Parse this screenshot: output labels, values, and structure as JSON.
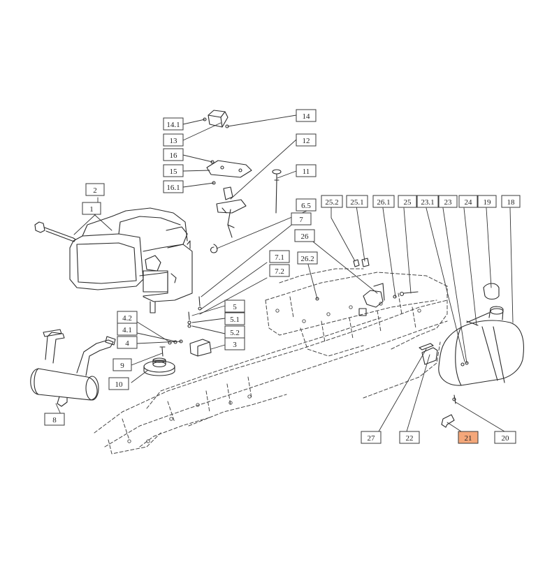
{
  "highlight_color": "#f4a77a",
  "callouts": [
    {
      "label": "14.1",
      "highlight": false
    },
    {
      "label": "13",
      "highlight": false
    },
    {
      "label": "14",
      "highlight": false
    },
    {
      "label": "16",
      "highlight": false
    },
    {
      "label": "12",
      "highlight": false
    },
    {
      "label": "15",
      "highlight": false
    },
    {
      "label": "11",
      "highlight": false
    },
    {
      "label": "16.1",
      "highlight": false
    },
    {
      "label": "2",
      "highlight": false
    },
    {
      "label": "1",
      "highlight": false
    },
    {
      "label": "6.5",
      "highlight": false
    },
    {
      "label": "7",
      "highlight": false
    },
    {
      "label": "25.2",
      "highlight": false
    },
    {
      "label": "25.1",
      "highlight": false
    },
    {
      "label": "26.1",
      "highlight": false
    },
    {
      "label": "25",
      "highlight": false
    },
    {
      "label": "23.1",
      "highlight": false
    },
    {
      "label": "23",
      "highlight": false
    },
    {
      "label": "24",
      "highlight": false
    },
    {
      "label": "19",
      "highlight": false
    },
    {
      "label": "18",
      "highlight": false
    },
    {
      "label": "26",
      "highlight": false
    },
    {
      "label": "26.2",
      "highlight": false
    },
    {
      "label": "7.1",
      "highlight": false
    },
    {
      "label": "7.2",
      "highlight": false
    },
    {
      "label": "5",
      "highlight": false
    },
    {
      "label": "5.1",
      "highlight": false
    },
    {
      "label": "5.2",
      "highlight": false
    },
    {
      "label": "4.2",
      "highlight": false
    },
    {
      "label": "4.1",
      "highlight": false
    },
    {
      "label": "4",
      "highlight": false
    },
    {
      "label": "3",
      "highlight": false
    },
    {
      "label": "9",
      "highlight": false
    },
    {
      "label": "10",
      "highlight": false
    },
    {
      "label": "8",
      "highlight": false
    },
    {
      "label": "27",
      "highlight": false
    },
    {
      "label": "22",
      "highlight": false
    },
    {
      "label": "21",
      "highlight": true
    },
    {
      "label": "20",
      "highlight": false
    }
  ]
}
